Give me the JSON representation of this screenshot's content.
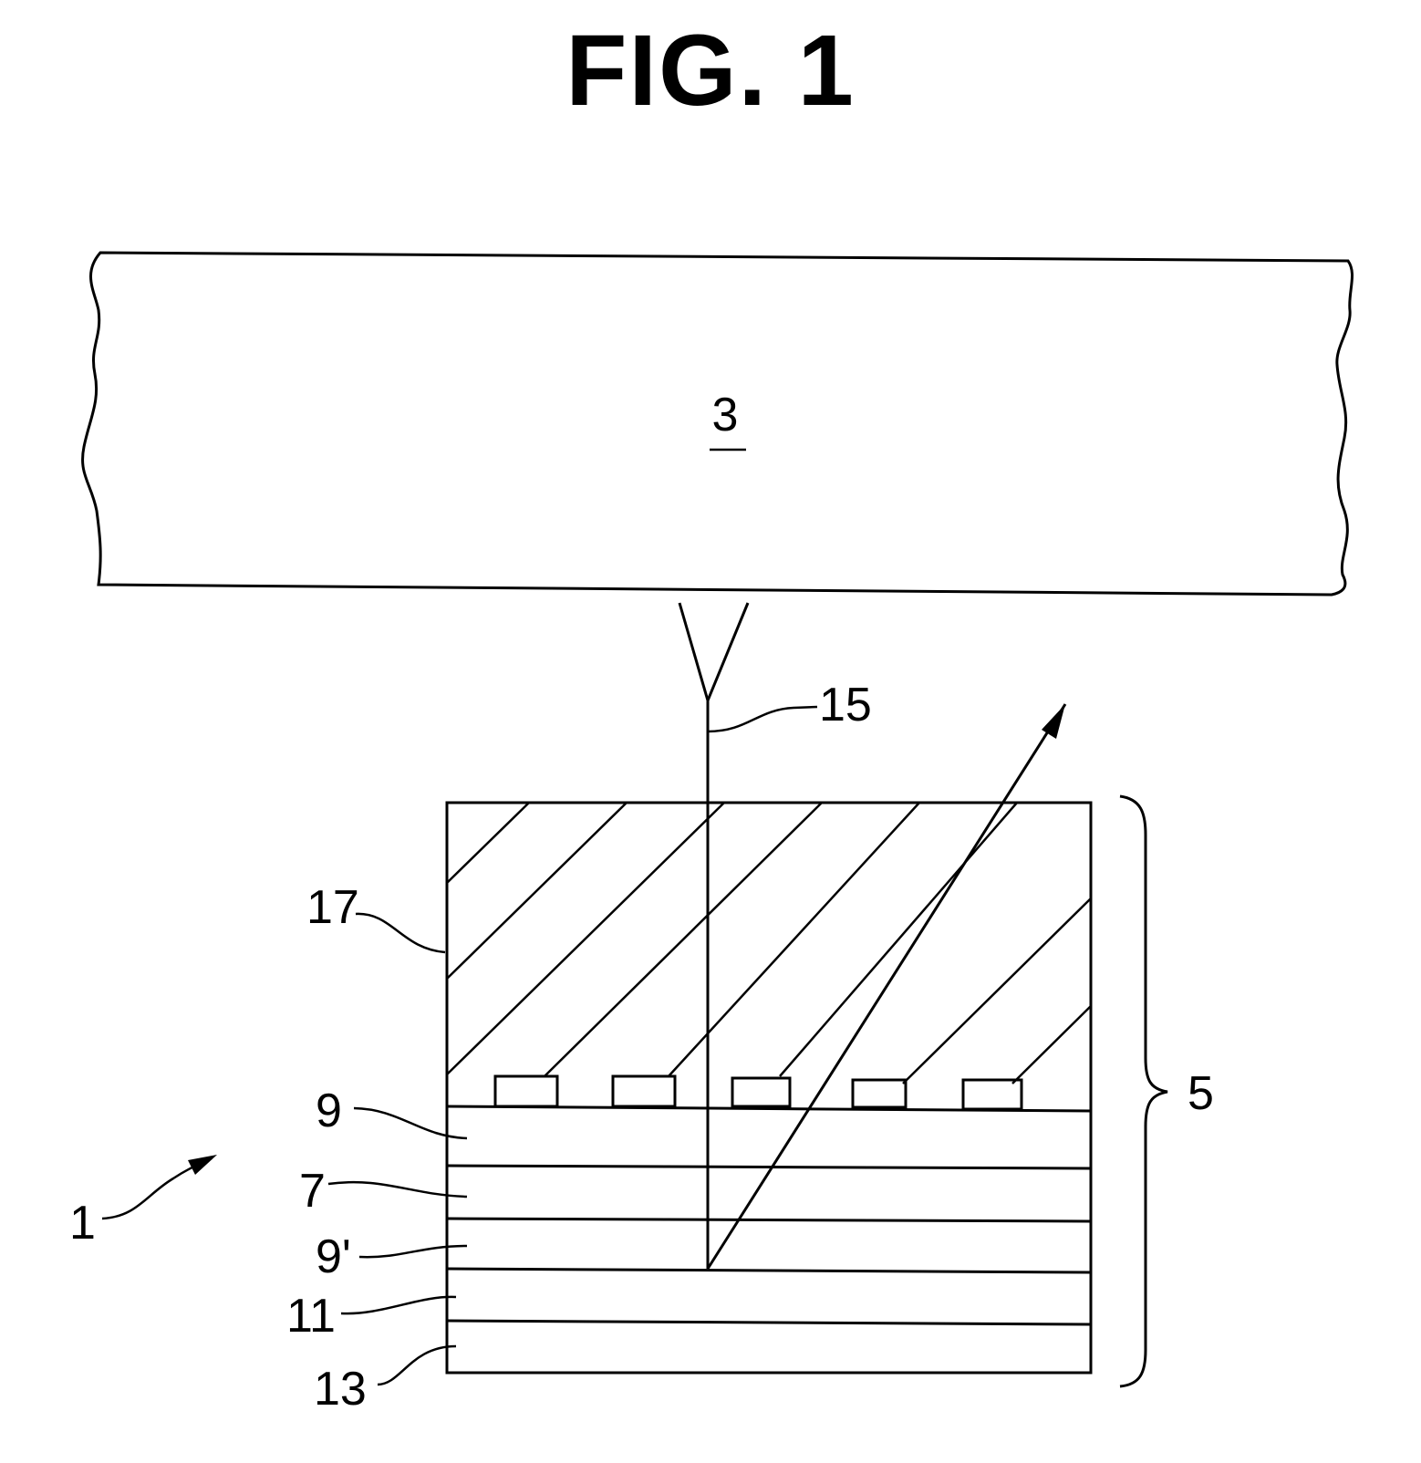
{
  "figure": {
    "title": "FIG. 1"
  },
  "labels": {
    "device": "1",
    "target": "3",
    "stack": "5",
    "layer_7": "7",
    "layer_9": "9",
    "layer_9_prime": "9'",
    "layer_11": "11",
    "layer_13": "13",
    "beam": "15",
    "cover_layer": "17"
  }
}
